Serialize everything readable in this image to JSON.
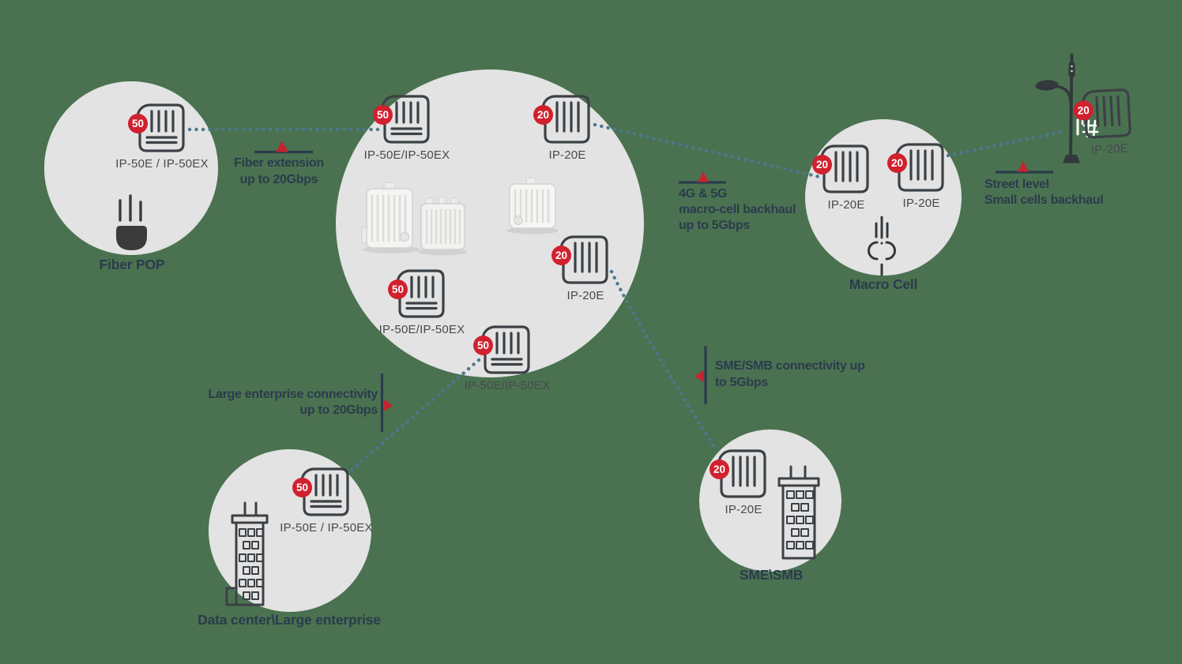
{
  "colors": {
    "background": "#4a7250",
    "circle_fill": "#e3e3e3",
    "icon_stroke": "#3c4146",
    "badge_red": "#d1202e",
    "marker_red": "#c4242e",
    "navy_text": "#2b3b4d",
    "device_label": "#46494d",
    "dotted_link": "#4c7790"
  },
  "zone_labels": {
    "fiber_pop": "Fiber POP",
    "macro_cell": "Macro Cell",
    "sme_smb": "SME\\SMB",
    "data_center": "Data center\\Large enterprise"
  },
  "devices": [
    {
      "badge": "50",
      "label": "IP-50E / IP-50EX"
    },
    {
      "badge": "50",
      "label": "IP-50E/IP-50EX"
    },
    {
      "badge": "20",
      "label": "IP-20E"
    },
    {
      "badge": "20",
      "label": "IP-20E"
    },
    {
      "badge": "50",
      "label": "IP-50E/IP-50EX"
    },
    {
      "badge": "50",
      "label": "IP-50E/IP-50EX"
    },
    {
      "badge": "20",
      "label": "IP-20E"
    },
    {
      "badge": "20",
      "label": "IP-20E"
    },
    {
      "badge": "20",
      "label": "IP-20E"
    },
    {
      "badge": "50",
      "label": "IP-50E / IP-50EX"
    },
    {
      "badge": "20",
      "label": "IP-20E"
    }
  ],
  "markers": {
    "fiber": {
      "line1": "Fiber extension",
      "line2": "up to 20Gbps"
    },
    "macro": {
      "line1": "4G & 5G",
      "line2": "macro-cell backhaul",
      "line3": "up to 5Gbps"
    },
    "street": {
      "line1": "Street level",
      "line2": "Small cells backhaul"
    },
    "enterprise": {
      "line1": "Large enterprise connectivity",
      "line2": "up to 20Gbps"
    },
    "sme": {
      "line1": "SME/SMB connectivity up",
      "line2": "to 5Gbps"
    }
  }
}
